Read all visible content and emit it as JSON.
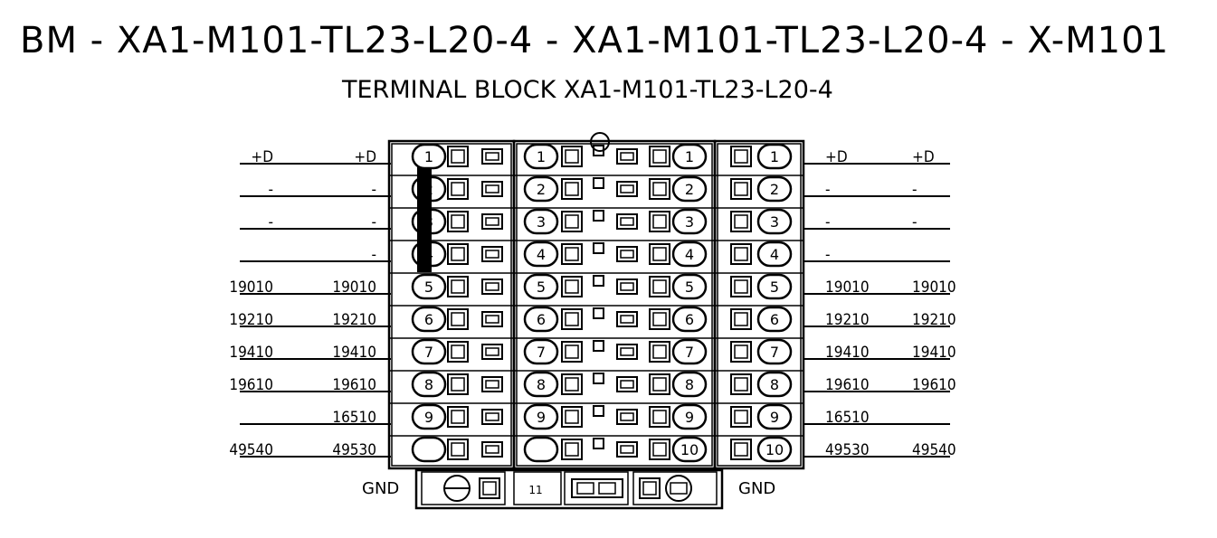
{
  "title": "BM - XA1-M101-TL23-L20-4 - XA1-M101-TL23-L20-4 - X-M101",
  "subtitle": "TERMINAL BLOCK XA1-M101-TL23-L20-4",
  "rows": [
    {
      "left_outer": "+D",
      "left_inner": "+D",
      "terminal": "1",
      "right_inner": "+D",
      "right_outer": "+D"
    },
    {
      "left_outer": "-",
      "left_inner": "-",
      "terminal": "2",
      "right_inner": "-",
      "right_outer": "-"
    },
    {
      "left_outer": "-",
      "left_inner": "-",
      "terminal": "3",
      "right_inner": "-",
      "right_outer": "-"
    },
    {
      "left_outer": "",
      "left_inner": "-",
      "terminal": "4",
      "right_inner": "-",
      "right_outer": ""
    },
    {
      "left_outer": "19010",
      "left_inner": "19010",
      "terminal": "5",
      "right_inner": "19010",
      "right_outer": "19010"
    },
    {
      "left_outer": "19210",
      "left_inner": "19210",
      "terminal": "6",
      "right_inner": "19210",
      "right_outer": "19210"
    },
    {
      "left_outer": "19410",
      "left_inner": "19410",
      "terminal": "7",
      "right_inner": "19410",
      "right_outer": "19410"
    },
    {
      "left_outer": "19610",
      "left_inner": "19610",
      "terminal": "8",
      "right_inner": "19610",
      "right_outer": "19610"
    },
    {
      "left_outer": "",
      "left_inner": "16510",
      "terminal": "9",
      "right_inner": "16510",
      "right_outer": ""
    },
    {
      "left_outer": "49540",
      "left_inner": "49530",
      "terminal": "10",
      "right_inner": "49530",
      "right_outer": "49540"
    }
  ],
  "gnd_left": "GND",
  "gnd_right": "GND",
  "gnd_terminal": "11"
}
